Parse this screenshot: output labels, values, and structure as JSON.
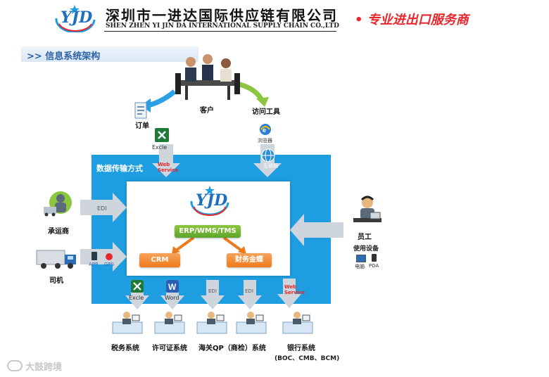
{
  "header": {
    "logo_text": "YJD",
    "company_cn": "深圳市一进达国际供应链有限公司",
    "company_en": "SHEN ZHEN YI JIN DA INTERNATIONAL SUPPLY CHAIN CO.,LTD",
    "slogan": "• 专业进出口服务商"
  },
  "section_title": ">> 信息系统架构",
  "top": {
    "customer": "客户",
    "visit_tools": "访问工具",
    "order": "订单",
    "excle": "Excle",
    "web_service": "Web Service",
    "browser": "浏览器",
    "internet": "互联网"
  },
  "center": {
    "transfer_title": "数据传输方式",
    "logo_text": "YJD",
    "erp": "ERP/WMS/TMS",
    "crm": "CRM",
    "finance": "财务金蝶"
  },
  "left": {
    "carrier": "承运商",
    "driver": "司机",
    "edi": "EDI",
    "app": "APP",
    "gps": "GPS"
  },
  "right": {
    "staff": "员工",
    "devices": "使用设备",
    "pc": "电脑",
    "pda": "PDA"
  },
  "bottom": {
    "excle": "Excle",
    "word": "Word",
    "edi1": "EDI",
    "edi2": "EDI",
    "web_service": "Web Service",
    "systems": [
      {
        "label": "税务系统"
      },
      {
        "label": "许可证系统"
      },
      {
        "label": "海关QP（商检）系统"
      },
      {
        "label": "银行系统"
      }
    ],
    "bank_sub": "(BOC、CMB、BCM)"
  },
  "watermark": "大鼓跨境",
  "colors": {
    "blue_box": "#1e9ee0",
    "arrow": "#cfd5dc",
    "orange": "#ef7a1c",
    "green": "#5ea52c",
    "accent_red": "#e8262c"
  }
}
